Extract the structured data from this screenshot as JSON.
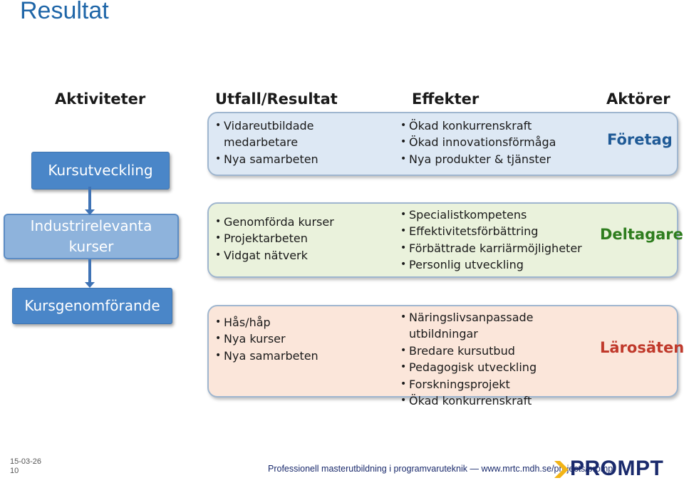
{
  "title": "Resultat",
  "columns": {
    "aktiviteter": "Aktiviteter",
    "utfall": "Utfall/Resultat",
    "effekter": "Effekter",
    "aktorer": "Aktörer"
  },
  "activities": [
    {
      "label": "Kursutveckling"
    },
    {
      "label": "Industrirelevanta kurser"
    },
    {
      "label": "Kursgenomförande"
    }
  ],
  "rows": [
    {
      "utfall": [
        "Vidareutbildade medarbetare",
        "Nya samarbeten"
      ],
      "effekter": [
        "Ökad konkurrenskraft",
        "Ökad innovationsförmåga",
        "Nya produkter & tjänster"
      ],
      "actor": "Företag",
      "fill": "#dde8f4",
      "actor_color": "#1f5a96"
    },
    {
      "utfall": [
        "Genomförda kurser",
        "Projektarbeten",
        "Vidgat nätverk"
      ],
      "effekter": [
        "Specialistkompetens",
        "Effektivitetsförbättring",
        "Förbättrade karriärmöjligheter",
        "Personlig utveckling"
      ],
      "actor": "Deltagare",
      "fill": "#eaf2dc",
      "actor_color": "#2e7d1e"
    },
    {
      "utfall": [
        "Hås/håp",
        "Nya kurser",
        "Nya samarbeten"
      ],
      "effekter": [
        "Näringslivsanpassade utbildningar",
        "Bredare kursutbud",
        "Pedagogisk utveckling",
        "Forskningsprojekt",
        "Ökad konkurrenskraft"
      ],
      "actor": "Lärosäten",
      "fill": "#fbe6da",
      "actor_color": "#c0392b"
    }
  ],
  "footer": {
    "date": "15-03-26",
    "page": "10",
    "text": "Professionell masterutbildning i programvaruteknik — www.mrtc.mdh.se/projects/prompt",
    "logo": "PROMPT"
  },
  "colors": {
    "title": "#1f66a8",
    "activity_dark": "#4a86c8",
    "activity_light": "#8eb3dc",
    "arrow": "#3f73b5"
  }
}
